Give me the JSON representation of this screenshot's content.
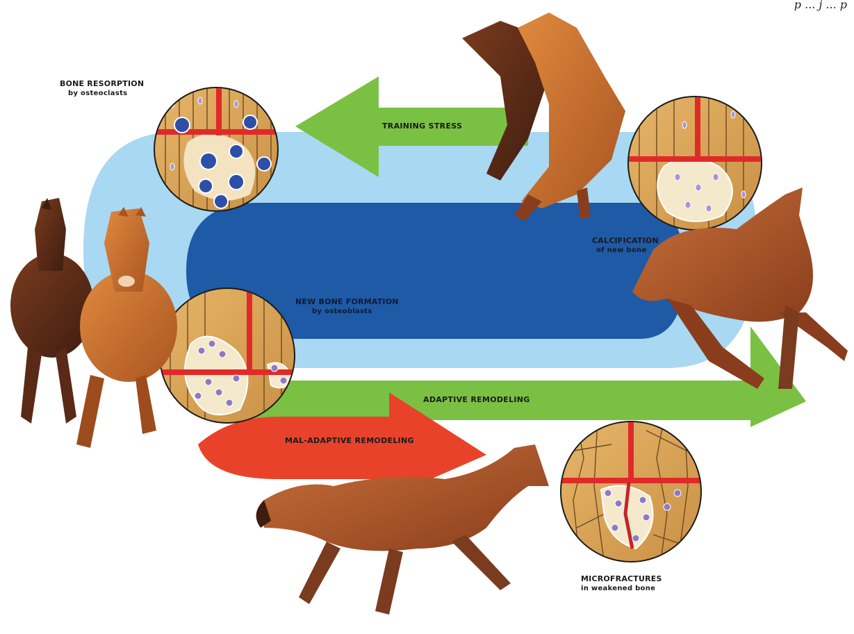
{
  "header": {
    "caption": "p ... j ... p"
  },
  "labels": {
    "bone_resorption": {
      "title": "BONE RESORPTION",
      "sub": "by osteoclasts"
    },
    "calcification": {
      "title": "CALCIFICATION",
      "sub": "of new bone"
    },
    "new_bone_formation": {
      "title": "NEW BONE FORMATION",
      "sub": "by osteoblasts"
    },
    "microfractures": {
      "title": "MICROFRACTURES",
      "sub": "in weakened bone"
    }
  },
  "arrows": {
    "training_stress": "TRAINING STRESS",
    "adaptive_remodeling": "ADAPTIVE REMODELING",
    "mal_adaptive_remodeling": "MAL-ADAPTIVE REMODELING"
  },
  "colors": {
    "outer_loop": "#a9d8f2",
    "inner_loop": "#1f5aa6",
    "training_arrow": "#7ac143",
    "adaptive_arrow": "#7ac143",
    "maladaptive_arrow": "#e8432a",
    "bone_bg": "#d9a85a",
    "vessel": "#e02a2a",
    "osteoclast": "#2e4fa8",
    "osteoblast": "#8f7ac2",
    "horse_chestnut": "#a9552a",
    "horse_bay": "#6a3520"
  }
}
